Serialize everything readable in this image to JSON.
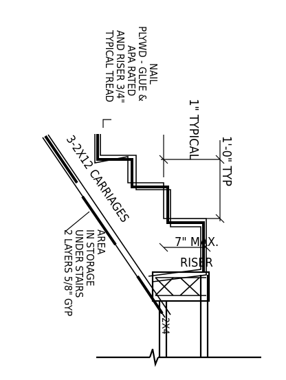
{
  "notes": {
    "tread_riser": [
      "TYPICAL TREAD",
      "AND RISER 3/4\"",
      "APA RATED",
      "PLYWD - GLUE &",
      "NAIL"
    ],
    "carriages": "3-2X12 CARRIAGES",
    "gyp": [
      "2 LAYERS 5/8\" GYP",
      "UNDER STAIRS",
      "IN STORAGE",
      "AREA"
    ],
    "stud": "2X4"
  },
  "dimensions": {
    "run": "1'-0\" TYP",
    "tread_thickness": "1\" TYPICAL",
    "riser": [
      "7\" MAX.",
      "RISER"
    ]
  }
}
